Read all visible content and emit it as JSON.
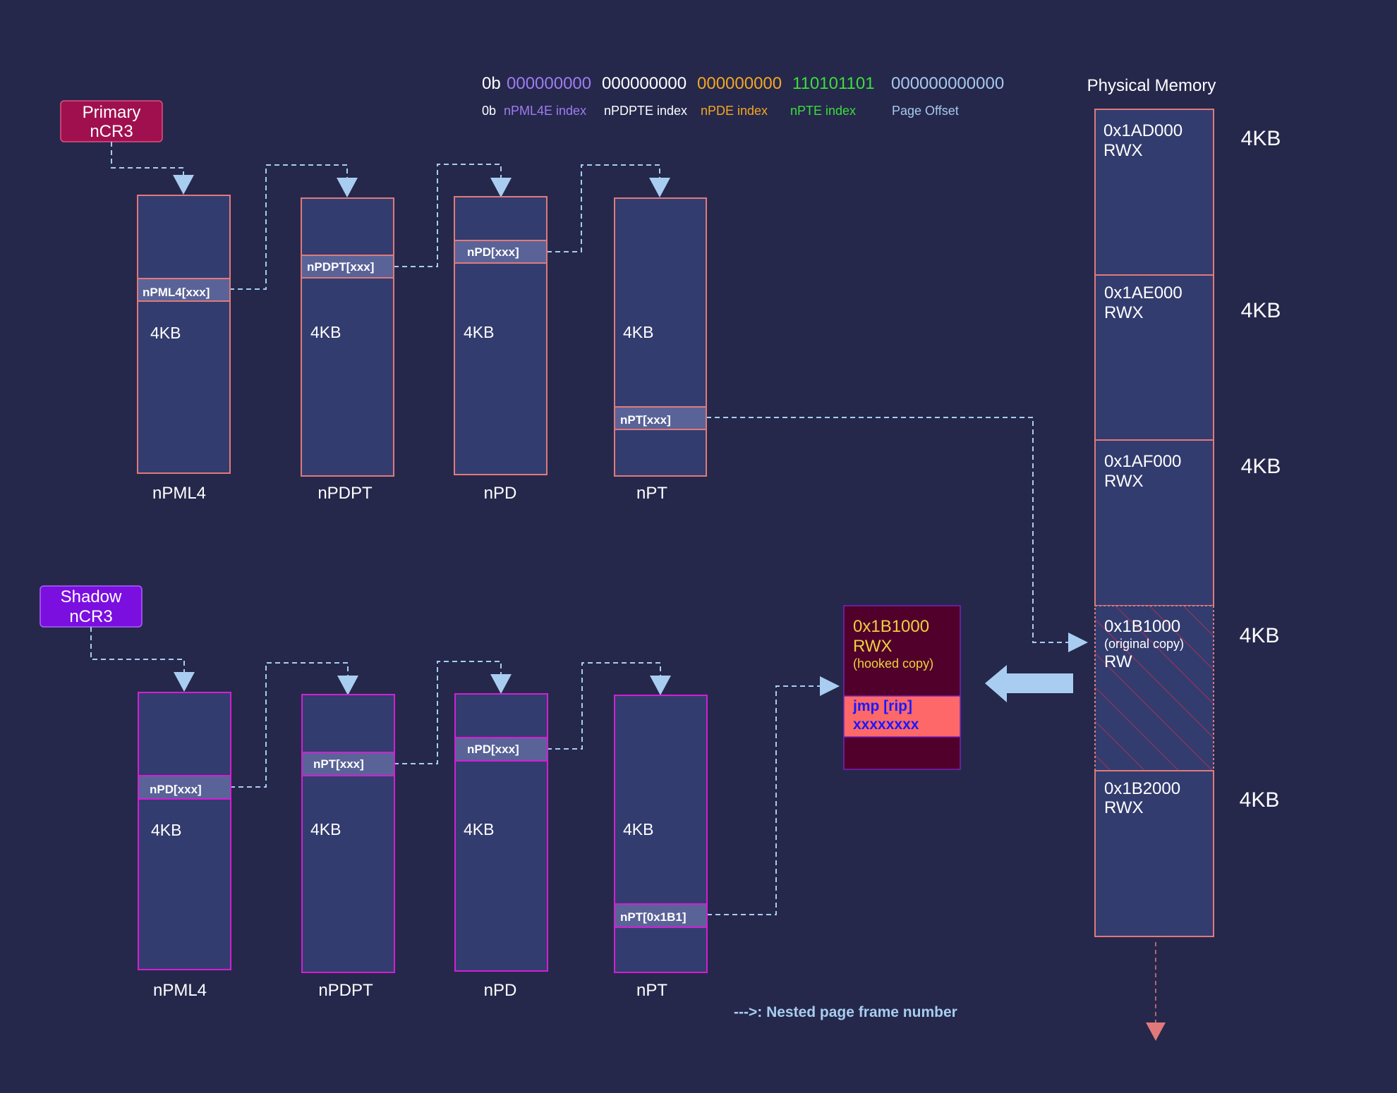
{
  "address": {
    "prefix": "0b",
    "groups": [
      {
        "bits": "000000000",
        "label": "nPML4E index",
        "color": "#9f7cf0"
      },
      {
        "bits": "000000000",
        "label": "nPDPTE index",
        "color": "#ffffff"
      },
      {
        "bits": "000000000",
        "label": "nPDE index",
        "color": "#f5a623"
      },
      {
        "bits": "110101101",
        "label": "nPTE index",
        "color": "#3ddc3d"
      },
      {
        "bits": "000000000000",
        "label": "Page Offset",
        "color": "#a8c8f0"
      }
    ]
  },
  "primary": {
    "label_line1": "Primary",
    "label_line2": "nCR3",
    "tables": [
      {
        "name": "nPML4",
        "entry": "nPML4[xxx]",
        "size": "4KB"
      },
      {
        "name": "nPDPT",
        "entry": "nPDPT[xxx]",
        "size": "4KB"
      },
      {
        "name": "nPD",
        "entry": "nPD[xxx]",
        "size": "4KB"
      },
      {
        "name": "nPT",
        "entry": "nPT[xxx]",
        "size": "4KB"
      }
    ]
  },
  "shadow": {
    "label_line1": "Shadow",
    "label_line2": "nCR3",
    "tables": [
      {
        "name": "nPML4",
        "entry": "nPD[xxx]",
        "size": "4KB"
      },
      {
        "name": "nPDPT",
        "entry": "nPT[xxx]",
        "size": "4KB"
      },
      {
        "name": "nPD",
        "entry": "nPD[xxx]",
        "size": "4KB"
      },
      {
        "name": "nPT",
        "entry": "nPT[0x1B1]",
        "size": "4KB"
      }
    ]
  },
  "hooked_page": {
    "address": "0x1B1000",
    "perm": "RWX",
    "note": "(hooked copy)",
    "code_line1": "jmp [rip]",
    "code_line2": "xxxxxxxx"
  },
  "physical_memory": {
    "title": "Physical Memory",
    "pages": [
      {
        "address": "0x1AD000",
        "perm": "RWX",
        "note": "",
        "size": "4KB"
      },
      {
        "address": "0x1AE000",
        "perm": "RWX",
        "note": "",
        "size": "4KB"
      },
      {
        "address": "0x1AF000",
        "perm": "RWX",
        "note": "",
        "size": "4KB"
      },
      {
        "address": "0x1B1000",
        "perm": "RW",
        "note": "(original copy)",
        "size": "4KB"
      },
      {
        "address": "0x1B2000",
        "perm": "RWX",
        "note": "",
        "size": "4KB"
      }
    ]
  },
  "legend": "--->: Nested page frame number",
  "colors": {
    "background": "#25284b",
    "table_fill": "#333c6e",
    "primary_border": "#e07a7a",
    "shadow_border": "#d41ed4",
    "primary_badge": "#a0104f",
    "shadow_badge": "#7a0fe0",
    "arrow": "#a8cdf0",
    "hooked_fill": "#50002a",
    "code_fill": "#ff6868",
    "code_text": "#1a1aff",
    "hooked_text": "#f0d040"
  }
}
